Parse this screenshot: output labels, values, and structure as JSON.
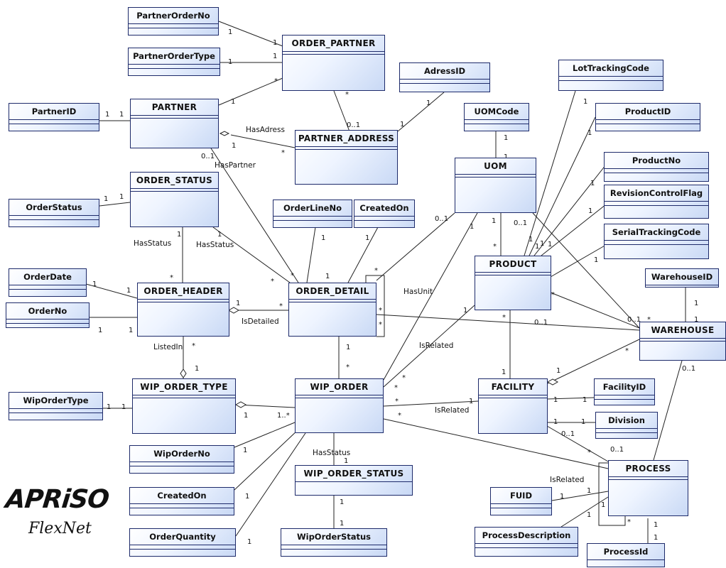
{
  "boxes": {
    "PartnerOrderNo": "PartnerOrderNo",
    "ORDER_PARTNER": "ORDER_PARTNER",
    "PartnerOrderType": "PartnerOrderType",
    "AdressID": "AdressID",
    "LotTrackingCode": "LotTrackingCode",
    "PartnerID": "PartnerID",
    "PARTNER": "PARTNER",
    "PARTNER_ADDRESS": "PARTNER_ADDRESS",
    "UOMCode": "UOMCode",
    "ProductID": "ProductID",
    "ORDER_STATUS": "ORDER_STATUS",
    "UOM": "UOM",
    "ProductNo": "ProductNo",
    "RevisionControlFlag": "RevisionControlFlag",
    "OrderStatus": "OrderStatus",
    "OrderLineNo": "OrderLineNo",
    "CreatedOn_top": "CreatedOn",
    "SerialTrackingCode": "SerialTrackingCode",
    "PRODUCT": "PRODUCT",
    "OrderDate": "OrderDate",
    "ORDER_HEADER": "ORDER_HEADER",
    "ORDER_DETAIL": "ORDER_DETAIL",
    "WarehouseID": "WarehouseID",
    "OrderNo": "OrderNo",
    "WAREHOUSE": "WAREHOUSE",
    "WIP_ORDER_TYPE": "WIP_ORDER_TYPE",
    "WIP_ORDER": "WIP_ORDER",
    "FACILITY": "FACILITY",
    "FacilityID": "FacilityID",
    "WipOrderType": "WipOrderType",
    "Division": "Division",
    "WipOrderNo": "WipOrderNo",
    "PROCESS": "PROCESS",
    "WIP_ORDER_STATUS": "WIP_ORDER_STATUS",
    "CreatedOn_bottom": "CreatedOn",
    "FUID": "FUID",
    "ProcessDescription": "ProcessDescription",
    "OrderQuantity": "OrderQuantity",
    "WipOrderStatus": "WipOrderStatus",
    "ProcessId": "ProcessId"
  },
  "relation_labels": {
    "has_adress": "HasAdress",
    "has_partner": "HasPartner",
    "has_status_left": "HasStatus",
    "has_status_right": "HasStatus",
    "has_unit": "HasUnit",
    "is_detailed": "IsDetailed",
    "listed_in": "ListedIn",
    "is_related_product": "IsRelated",
    "is_related_facility": "IsRelated",
    "has_status_wip": "HasStatus",
    "is_related_process": "IsRelated"
  },
  "multiplicities": [
    "1",
    "*",
    "0..1",
    "1..*"
  ],
  "logo": {
    "brand": "APRiSO",
    "product": "FlexNet"
  }
}
